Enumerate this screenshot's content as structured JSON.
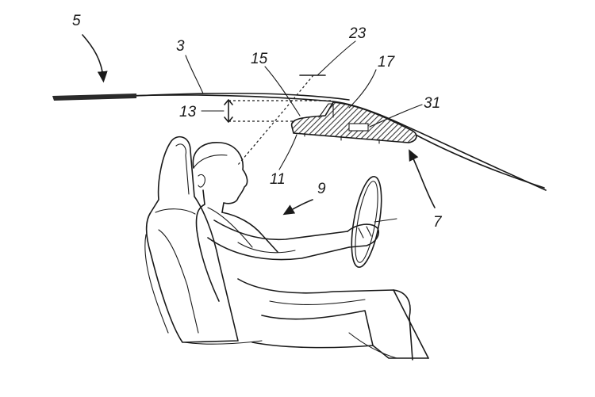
{
  "figure": {
    "labels": {
      "l5": "5",
      "l3": "3",
      "l23": "23",
      "l15": "15",
      "l17": "17",
      "l31": "31",
      "l13": "13",
      "l11": "11",
      "l9": "9",
      "l7": "7"
    },
    "colors": {
      "line": "#1a1a1a",
      "background": "#ffffff",
      "hatch": "#4a4a4a"
    }
  }
}
